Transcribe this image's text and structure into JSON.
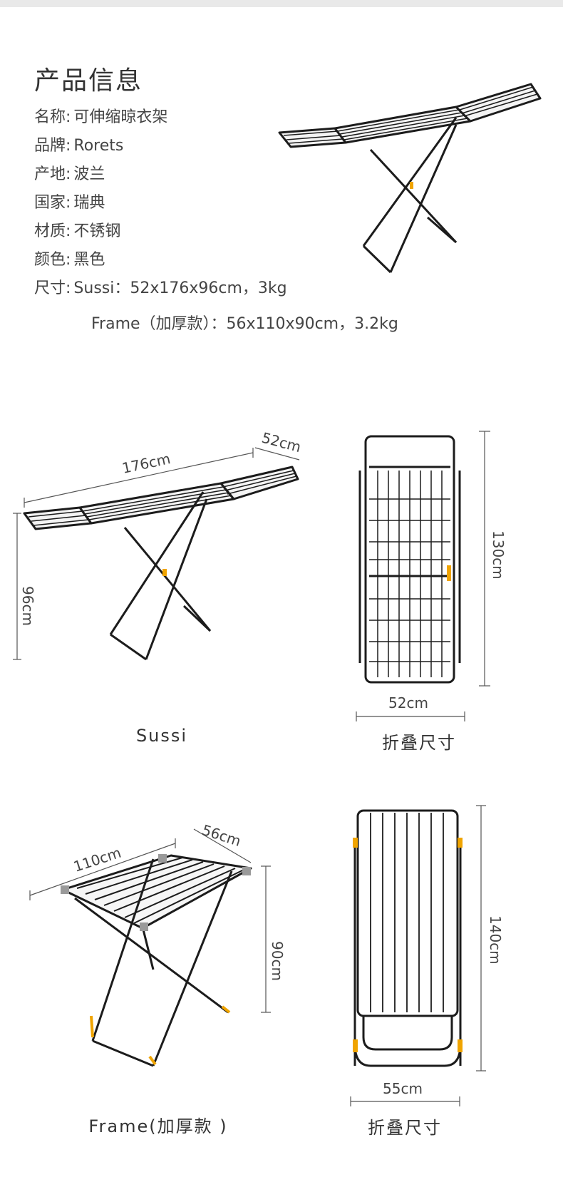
{
  "header": {
    "title": "产品信息"
  },
  "specs": [
    {
      "key": "名称:",
      "value": "可伸缩晾衣架"
    },
    {
      "key": "品牌:",
      "value": "Rorets"
    },
    {
      "key": "产地:",
      "value": "波兰"
    },
    {
      "key": "国家:",
      "value": "瑞典"
    },
    {
      "key": "材质:",
      "value": "不锈钢"
    },
    {
      "key": "颜色:",
      "value": "黑色"
    },
    {
      "key": "尺寸:",
      "value": "Sussi：52x176x96cm，3kg"
    }
  ],
  "spec_extra": "Frame（加厚款）：56x110x90cm，3.2kg",
  "sussi": {
    "length": "176cm",
    "width": "52cm",
    "height": "96cm",
    "caption": "Sussi",
    "folded_height": "130cm",
    "folded_width": "52cm",
    "folded_caption": "折叠尺寸"
  },
  "frame": {
    "length": "110cm",
    "width": "56cm",
    "height": "90cm",
    "caption": "Frame(加厚款 )",
    "folded_height": "140cm",
    "folded_width": "55cm",
    "folded_caption": "折叠尺寸"
  },
  "colors": {
    "frame": "#1c1c1c",
    "accent": "#f0a400",
    "joint": "#9a9a9a",
    "dimension_line": "#555555"
  }
}
